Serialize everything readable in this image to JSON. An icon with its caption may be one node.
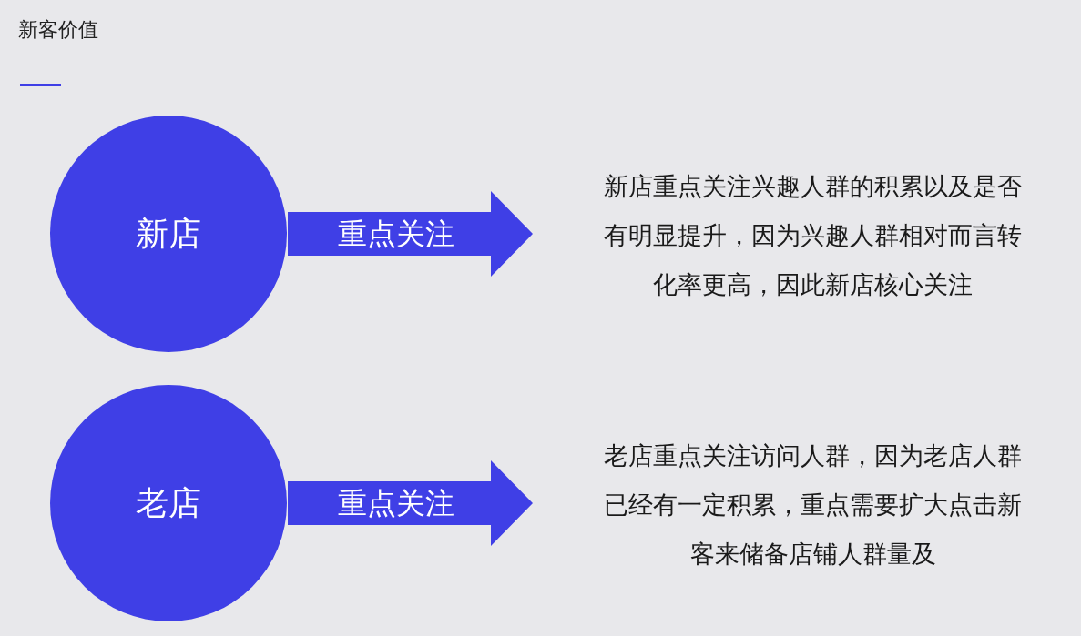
{
  "diagram": {
    "title": "新客价值",
    "nodes": [
      {
        "text": [
          "新店"
        ]
      },
      {
        "text": [
          "新店重点关注兴趣人群的积累以及是否有明显提升，因为兴趣人群相对而言转化率更高，因此新店核心关注"
        ]
      },
      {
        "text": [
          "老店"
        ]
      },
      {
        "text": [
          "老店重点关注访问人群，因为老店人群已经有一定积累，重点需要扩大点击新客来储备店铺人群量及"
        ]
      }
    ],
    "edges": [
      {
        "from": 0,
        "to": 1,
        "arrow": "to",
        "label": "重点关注"
      },
      {
        "from": 2,
        "to": 3,
        "arrow": "to",
        "label": "重点关注"
      }
    ]
  }
}
